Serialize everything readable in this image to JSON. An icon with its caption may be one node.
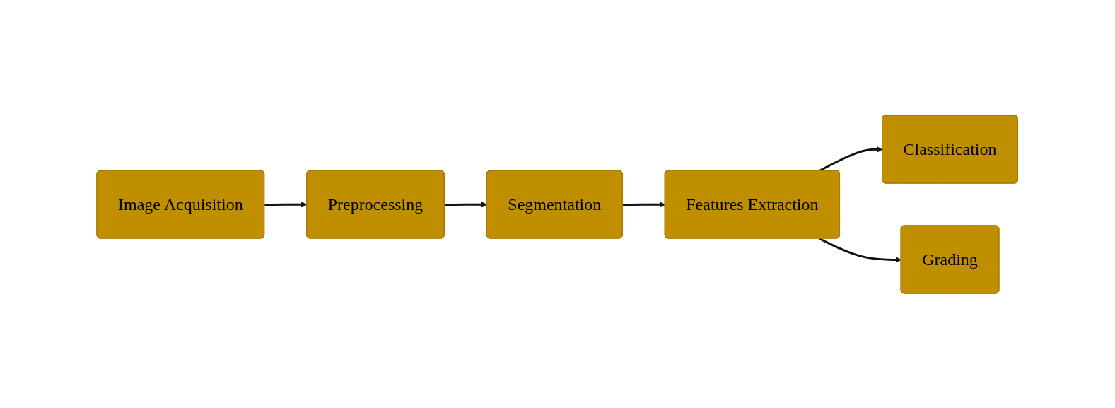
{
  "diagram": {
    "nodes": [
      {
        "text": [
          "Image Acquisition"
        ]
      },
      {
        "text": [
          "Preprocessing"
        ]
      },
      {
        "text": [
          "Segmentation"
        ]
      },
      {
        "text": [
          "Features Extraction"
        ]
      },
      {
        "text": [
          "Classification"
        ]
      },
      {
        "text": [
          "Grading"
        ]
      }
    ],
    "edges": [
      {
        "from": 0,
        "to": 1,
        "arrow": "to"
      },
      {
        "from": 1,
        "to": 2,
        "arrow": "to"
      },
      {
        "from": 2,
        "to": 3,
        "arrow": "to"
      },
      {
        "from": 3,
        "to": 4,
        "arrow": "to"
      },
      {
        "from": 3,
        "to": 5,
        "arrow": "to"
      }
    ]
  }
}
